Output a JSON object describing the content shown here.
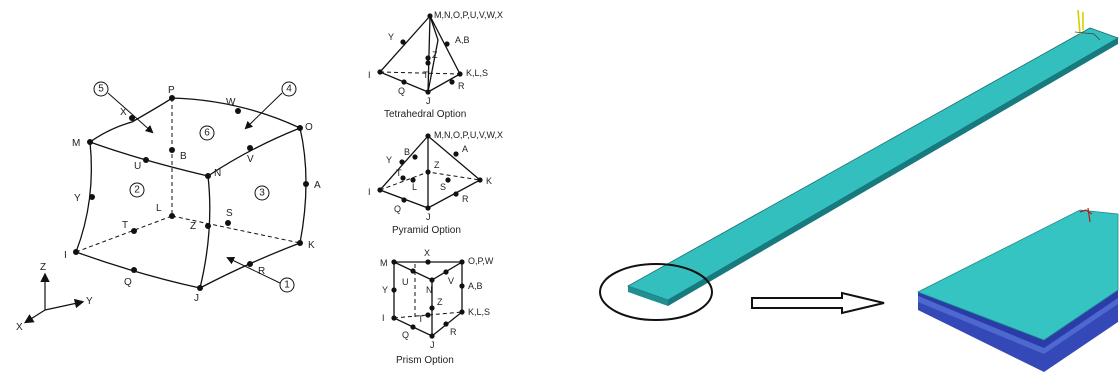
{
  "brick": {
    "node_labels": {
      "P": "P",
      "X": "X",
      "W": "W",
      "O": "O",
      "M": "M",
      "U": "U",
      "B": "B",
      "V": "V",
      "N": "N",
      "Y": "Y",
      "A": "A",
      "L": "L",
      "S": "S",
      "T": "T",
      "Z": "Z",
      "I": "I",
      "Q": "Q",
      "J": "J",
      "R": "R",
      "K": "K"
    },
    "face_numbers": {
      "f1": "1",
      "f2": "2",
      "f3": "3",
      "f4": "4",
      "f5": "5",
      "f6": "6"
    },
    "axes": {
      "z": "Z",
      "y": "Y",
      "x": "X"
    }
  },
  "tetrahedral": {
    "caption": "Tetrahedral Option",
    "labels": {
      "top": "M,N,O,P,U,V,W,X",
      "y": "Y",
      "ab": "A,B",
      "z": "Z",
      "i": "I",
      "t": "T",
      "kls": "K,L,S",
      "r": "R",
      "q": "Q",
      "j": "J"
    }
  },
  "pyramid": {
    "caption": "Pyramid Option",
    "labels": {
      "top": "M,N,O,P,U,V,W,X",
      "y": "Y",
      "b": "B",
      "a": "A",
      "z": "Z",
      "t": "T",
      "l": "L",
      "s": "S",
      "i": "I",
      "k": "K",
      "q": "Q",
      "r": "R",
      "j": "J"
    }
  },
  "prism": {
    "caption": "Prism Option",
    "labels": {
      "m": "M",
      "x": "X",
      "opw": "O,P,W",
      "y": "Y",
      "u": "U",
      "n": "N",
      "v": "V",
      "ab": "A,B",
      "z": "Z",
      "i": "I",
      "t": "T",
      "kls": "K,L,S",
      "q": "Q",
      "r": "R",
      "j": "J"
    }
  },
  "colors": {
    "plate": "#2fb8b8",
    "plate_top": "#36c4c2",
    "plate_side": "#1d8f93",
    "layer_blue": "#2b3fb0",
    "layer_mid": "#4a63c9",
    "line": "#111111"
  }
}
